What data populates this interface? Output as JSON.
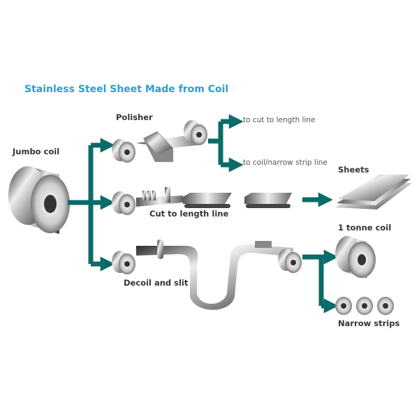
{
  "title": "Stainless Steel Sheet Made from Coil",
  "labels": {
    "jumbo_coil": "Jumbo coil",
    "polisher": "Polisher",
    "cut_to_length": "Cut to length line",
    "decoil_and_slit": "Decoil and slit",
    "sheets": "Sheets",
    "tonne_coil": "1 tonne coil",
    "narrow_strips": "Narrow strips"
  },
  "notes": {
    "to_cut_line": "to cut to length line",
    "to_coil_line": "to coil/narrow strip line"
  },
  "colors": {
    "arrow": "#0b6b68",
    "title": "#2a9fd0"
  }
}
